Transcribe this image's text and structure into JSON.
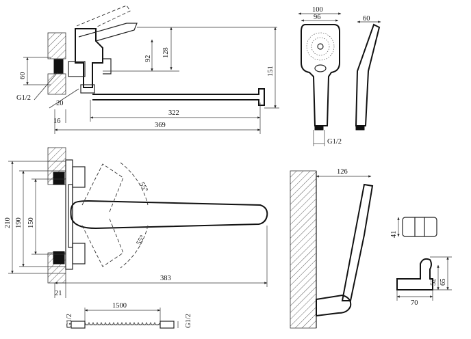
{
  "dimensions": {
    "top_view": {
      "d128": "128",
      "d92": "92",
      "d151": "151",
      "d60": "60",
      "g12": "G1/2",
      "d20": "20",
      "d16": "16",
      "d322": "322",
      "d369": "369"
    },
    "shower_head": {
      "d100": "100",
      "d96": "96",
      "d60": "60",
      "g12": "G1/2"
    },
    "front_view": {
      "d210": "210",
      "d190": "190",
      "d150": "150",
      "a55_top": "55°",
      "a55_bot": "55°",
      "d383": "383",
      "d21": "21"
    },
    "hose": {
      "g12_left": "G1/2",
      "d1500": "1500",
      "g12_right": "G1/2"
    },
    "wall_mount": {
      "d126": "126"
    },
    "holder": {
      "d41": "41",
      "d52": "52",
      "d65": "65",
      "d70": "70"
    }
  }
}
